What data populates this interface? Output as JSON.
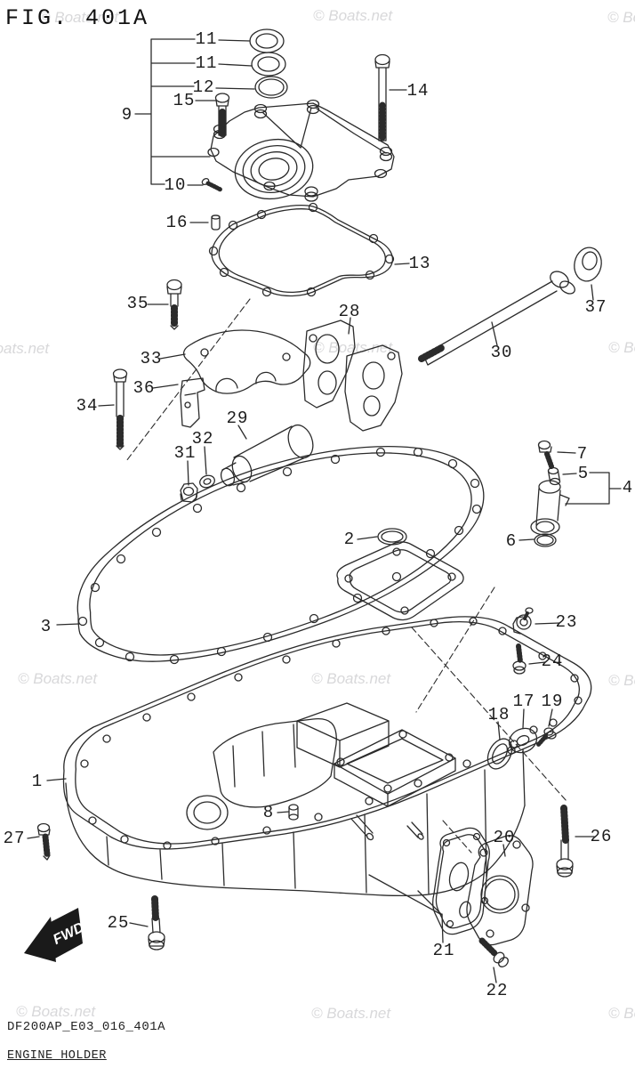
{
  "figure": {
    "title": "FIG. 401A"
  },
  "watermark": {
    "text": "© Boats.net",
    "color": "#d8d8da"
  },
  "fwd_label": "FWD",
  "footer": {
    "part_code": "DF200AP_E03_016_401A",
    "figure_name": "ENGINE HOLDER"
  },
  "line_color": "#2b2b2b",
  "callouts": [
    "1",
    "2",
    "3",
    "4",
    "5",
    "6",
    "7",
    "8",
    "9",
    "10",
    "11",
    "11",
    "12",
    "13",
    "14",
    "15",
    "16",
    "17",
    "18",
    "19",
    "20",
    "21",
    "22",
    "23",
    "24",
    "25",
    "26",
    "27",
    "28",
    "29",
    "30",
    "31",
    "32",
    "33",
    "34",
    "35",
    "36",
    "37"
  ]
}
